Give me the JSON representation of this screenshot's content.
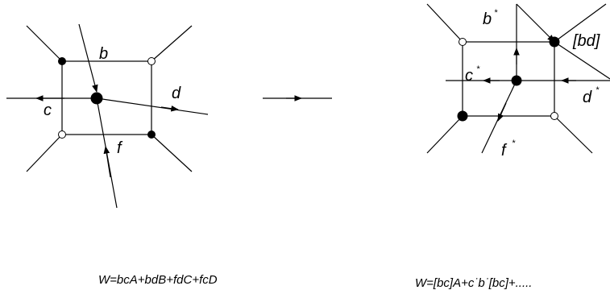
{
  "left": {
    "labels": {
      "b": "b",
      "c": "c",
      "d": "d",
      "f": "f"
    },
    "superpotential": "W=bcA+bdB+fdC+fcD"
  },
  "right": {
    "labels": {
      "b": "b",
      "c": "c",
      "d": "d",
      "f": "f",
      "bd": "[bd]",
      "star": "*"
    },
    "superpotential": "W=[bc]A+c˙b˙[bc]+....."
  },
  "colors": {
    "ink": "#000000",
    "background": "#ffffff"
  }
}
